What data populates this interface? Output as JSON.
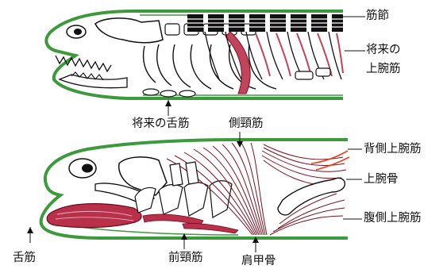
{
  "labels": {
    "myotome": "筋節",
    "future_upper_arm_line1": "将来の",
    "future_upper_arm_line2": "上腕筋",
    "future_tongue": "将来の舌筋",
    "lateral_neck": "側頸筋",
    "dorsal_upper_arm": "背側上腕筋",
    "humerus": "上腕骨",
    "ventral_upper_arm": "腹側上腕筋",
    "tongue_muscle": "舌筋",
    "anterior_neck": "前頸筋",
    "scapula": "肩甲骨"
  },
  "colors": {
    "body_outline": "#3c9a3c",
    "muscle": "#9c1c2c",
    "muscle_light": "#d9738a",
    "bone": "#ffffff",
    "ink": "#111111",
    "accent_orange": "#e2451b"
  }
}
